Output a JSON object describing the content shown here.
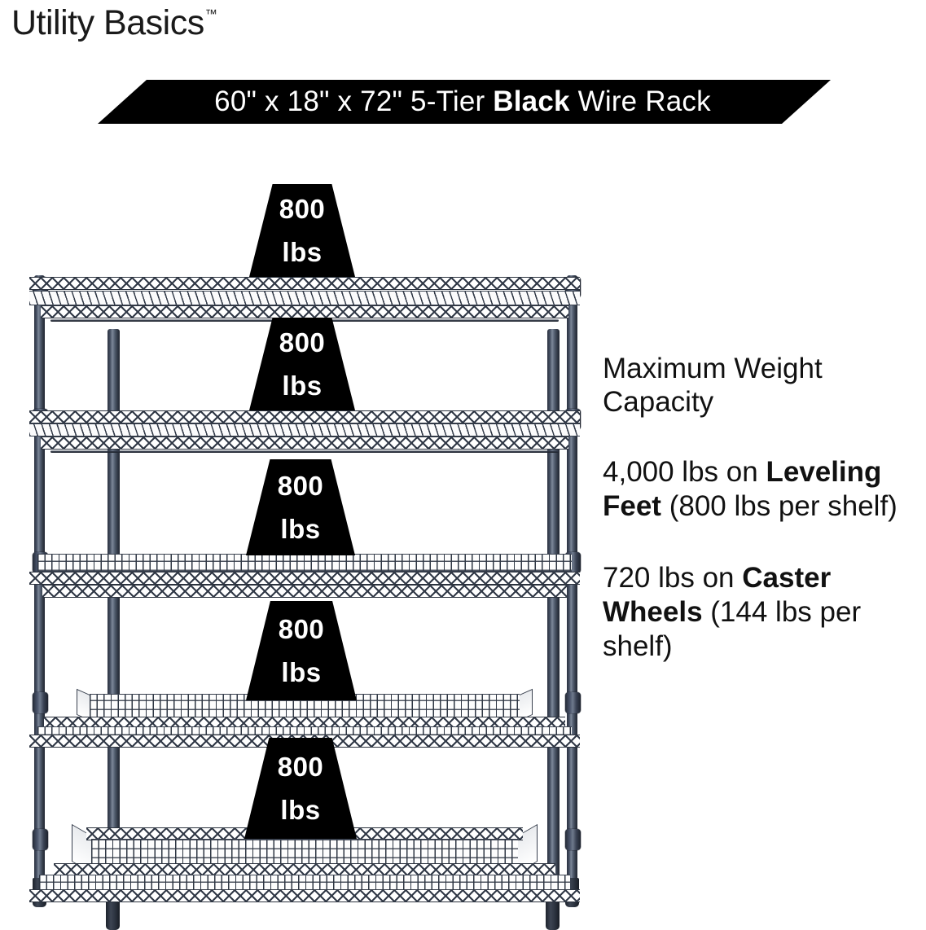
{
  "brand": {
    "name": "Utility Basics",
    "trademark": "™"
  },
  "banner": {
    "text_before": "60\" x 18\" x 72\" 5-Tier ",
    "text_bold": "Black",
    "text_after": " Wire Rack",
    "full_text": "60\" x 18\" x 72\" 5-Tier Black Wire Rack",
    "background_color": "#000000",
    "text_color": "#ffffff"
  },
  "product": {
    "dimensions": "60\" x 18\" x 72\"",
    "tiers": "5-Tier",
    "color": "Black",
    "type": "Wire Rack",
    "shelf_count": 5
  },
  "info": {
    "heading": "Maximum Weight Capacity",
    "paragraphs": [
      {
        "lead": "4,000 lbs on ",
        "bold": "Leveling Feet",
        "tail": " (800 lbs per shelf)",
        "total": "4,000 lbs",
        "per_shelf": "800 lbs",
        "mode": "Leveling Feet"
      },
      {
        "lead": "720 lbs on ",
        "bold": "Caster Wheels",
        "tail": " (144 lbs per shelf)",
        "total": "720 lbs",
        "per_shelf": "144 lbs",
        "mode": "Caster Wheels"
      }
    ]
  },
  "badges": [
    {
      "number": "800",
      "unit": "lbs"
    },
    {
      "number": "800",
      "unit": "lbs"
    },
    {
      "number": "800",
      "unit": "lbs"
    },
    {
      "number": "800",
      "unit": "lbs"
    },
    {
      "number": "800",
      "unit": "lbs"
    }
  ],
  "colors": {
    "banner_bg": "#000000",
    "badge_bg": "#000000",
    "badge_text": "#ffffff",
    "rack_metal": "#3a4352",
    "page_bg": "#ffffff",
    "body_text": "#111111"
  }
}
